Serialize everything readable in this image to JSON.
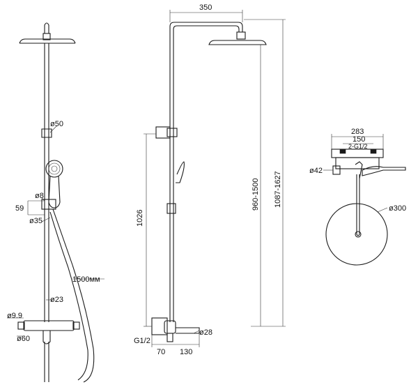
{
  "front_view": {
    "labels": {
      "arm_diameter": "ø50",
      "holder_diameter": "ø8",
      "holder_height": "59",
      "pipe_diameter_upper": "ø35",
      "hose_length": "1500мм",
      "pipe_diameter_lower": "ø23",
      "outlet_diameter": "ø9.9",
      "mixer_diameter": "ø60"
    }
  },
  "side_view": {
    "labels": {
      "arm_length": "350",
      "slider_height": "1026",
      "adjust_range": "960-1500",
      "total_height": "1087-1627",
      "connection": "G1/2",
      "spout_diameter": "ø28",
      "spout_offset": "70",
      "spout_length": "130"
    }
  },
  "top_view": {
    "labels": {
      "width_total": "283",
      "inlet_spacing": "150",
      "inlet_thread": "2-G1/2",
      "handle_diameter": "ø42",
      "head_diameter": "ø300"
    }
  },
  "colors": {
    "line": "#1a1a1a",
    "background": "#ffffff"
  }
}
